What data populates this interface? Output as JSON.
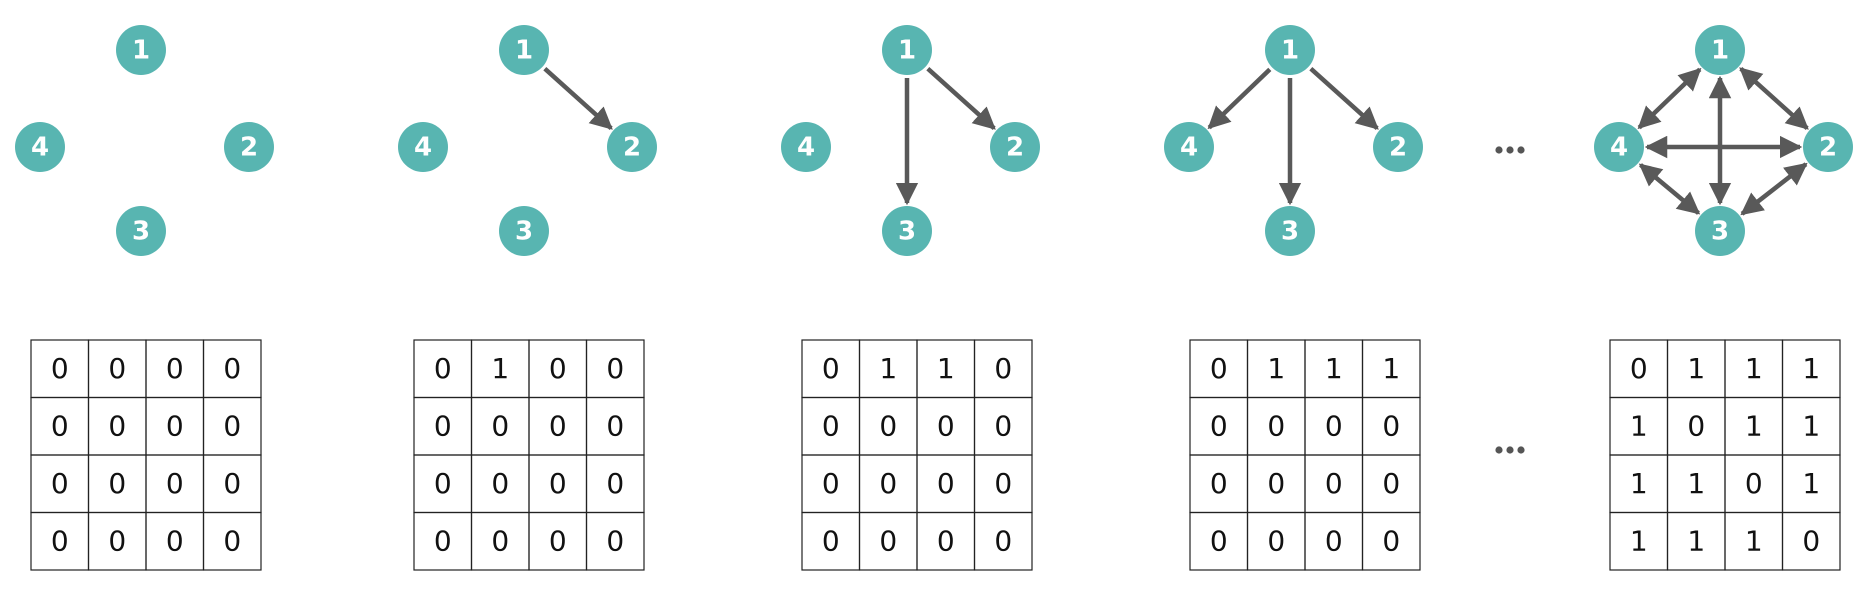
{
  "colors": {
    "node_fill": "#58b5b1",
    "node_label": "#ffffff",
    "edge": "#595959",
    "grid_line": "#222222",
    "cell_text": "#111111"
  },
  "ellipsis": "...",
  "panels": [
    {
      "node_labels": [
        "1",
        "2",
        "3",
        "4"
      ],
      "edges": [],
      "matrix": [
        [
          "0",
          "0",
          "0",
          "0"
        ],
        [
          "0",
          "0",
          "0",
          "0"
        ],
        [
          "0",
          "0",
          "0",
          "0"
        ],
        [
          "0",
          "0",
          "0",
          "0"
        ]
      ]
    },
    {
      "node_labels": [
        "1",
        "2",
        "3",
        "4"
      ],
      "edges": [
        {
          "from": "1",
          "to": "2",
          "bidirectional": false
        }
      ],
      "matrix": [
        [
          "0",
          "1",
          "0",
          "0"
        ],
        [
          "0",
          "0",
          "0",
          "0"
        ],
        [
          "0",
          "0",
          "0",
          "0"
        ],
        [
          "0",
          "0",
          "0",
          "0"
        ]
      ]
    },
    {
      "node_labels": [
        "1",
        "2",
        "3",
        "4"
      ],
      "edges": [
        {
          "from": "1",
          "to": "2",
          "bidirectional": false
        },
        {
          "from": "1",
          "to": "3",
          "bidirectional": false
        }
      ],
      "matrix": [
        [
          "0",
          "1",
          "1",
          "0"
        ],
        [
          "0",
          "0",
          "0",
          "0"
        ],
        [
          "0",
          "0",
          "0",
          "0"
        ],
        [
          "0",
          "0",
          "0",
          "0"
        ]
      ]
    },
    {
      "node_labels": [
        "1",
        "2",
        "3",
        "4"
      ],
      "edges": [
        {
          "from": "1",
          "to": "2",
          "bidirectional": false
        },
        {
          "from": "1",
          "to": "3",
          "bidirectional": false
        },
        {
          "from": "1",
          "to": "4",
          "bidirectional": false
        }
      ],
      "matrix": [
        [
          "0",
          "1",
          "1",
          "1"
        ],
        [
          "0",
          "0",
          "0",
          "0"
        ],
        [
          "0",
          "0",
          "0",
          "0"
        ],
        [
          "0",
          "0",
          "0",
          "0"
        ]
      ]
    },
    {
      "node_labels": [
        "1",
        "2",
        "3",
        "4"
      ],
      "edges": [
        {
          "from": "1",
          "to": "2",
          "bidirectional": true
        },
        {
          "from": "1",
          "to": "3",
          "bidirectional": true
        },
        {
          "from": "1",
          "to": "4",
          "bidirectional": true
        },
        {
          "from": "2",
          "to": "3",
          "bidirectional": true
        },
        {
          "from": "2",
          "to": "4",
          "bidirectional": true
        },
        {
          "from": "3",
          "to": "4",
          "bidirectional": true
        }
      ],
      "matrix": [
        [
          "0",
          "1",
          "1",
          "1"
        ],
        [
          "1",
          "0",
          "1",
          "1"
        ],
        [
          "1",
          "1",
          "0",
          "1"
        ],
        [
          "1",
          "1",
          "1",
          "0"
        ]
      ]
    }
  ]
}
